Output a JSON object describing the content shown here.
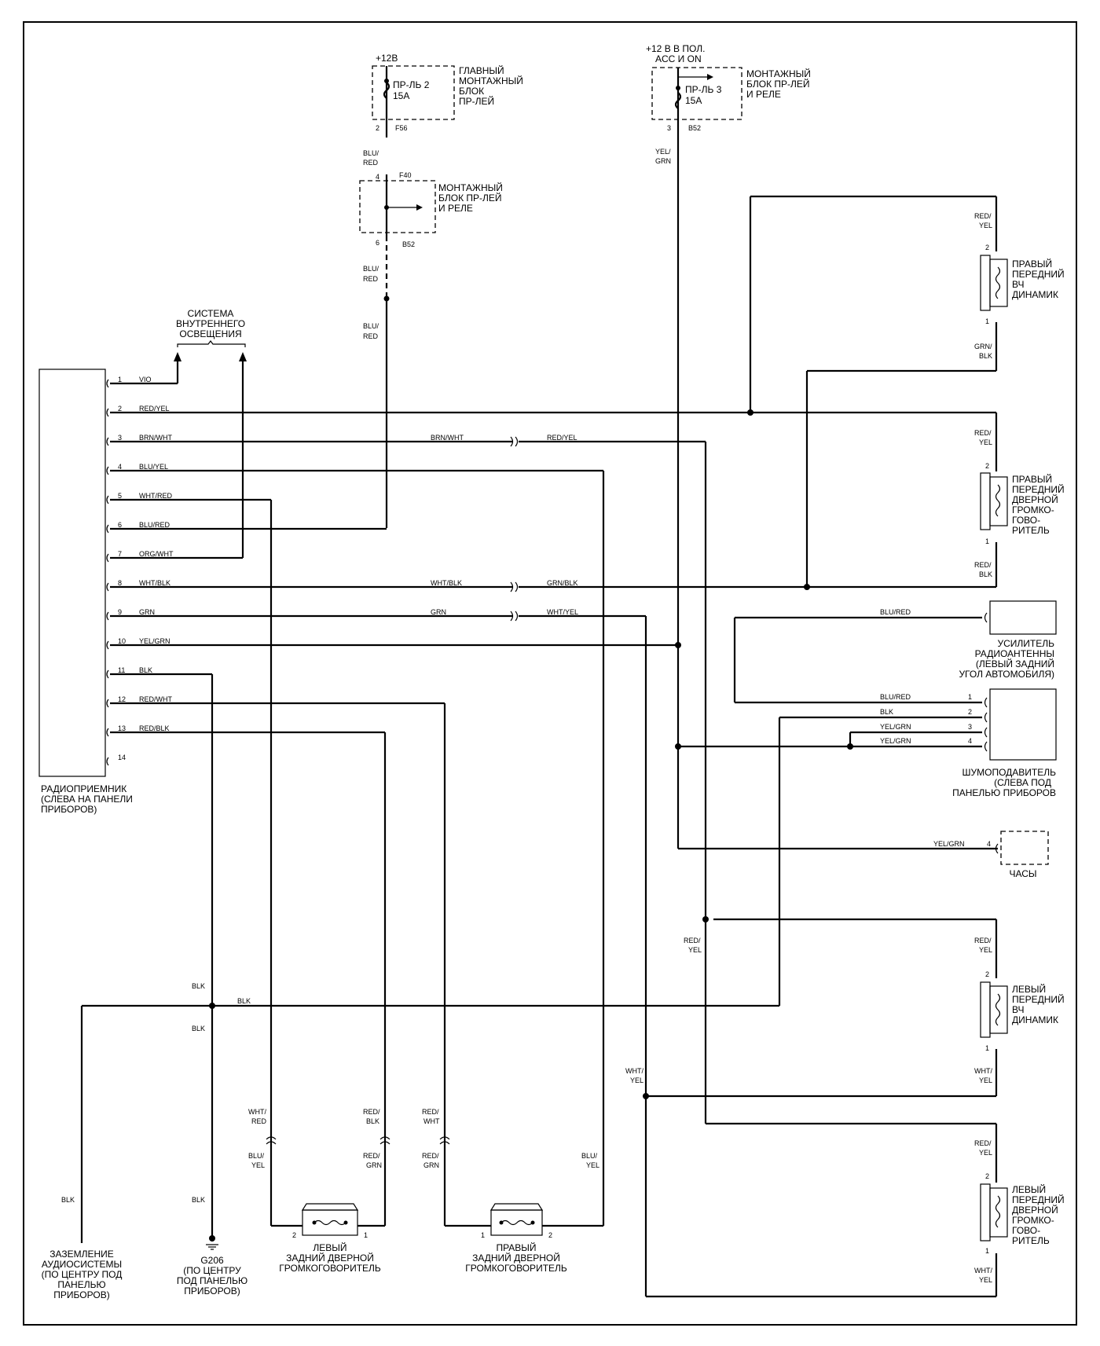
{
  "power": {
    "b12": "+12В",
    "b12_acc_1": "+12 В В ПОЛ.",
    "b12_acc_2": "ACC И ON"
  },
  "fuses": {
    "f2_1": "ПР-ЛЬ 2",
    "f2_2": "15А",
    "f3_1": "ПР-ЛЬ 3",
    "f3_2": "15А"
  },
  "blocks": {
    "main_1": "ГЛАВНЫЙ",
    "main_2": "МОНТАЖНЫЙ",
    "main_3": "БЛОК",
    "main_4": "ПР-ЛЕЙ",
    "mb1_1": "МОНТАЖНЫЙ",
    "mb1_2": "БЛОК ПР-ЛЕЙ",
    "mb1_3": "И РЕЛЕ",
    "mb2_1": "МОНТАЖНЫЙ",
    "mb2_2": "БЛОК ПР-ЛЕЙ",
    "mb2_3": "И РЕЛЕ"
  },
  "connectors": {
    "f56": "F56",
    "f40": "F40",
    "b52a": "B52",
    "b52b": "B52",
    "p2": "2",
    "p4": "4",
    "p6": "6",
    "p3": "3"
  },
  "lighting": {
    "l1": "СИСТЕМА",
    "l2": "ВНУТРЕННЕГО",
    "l3": "ОСВЕЩЕНИЯ"
  },
  "radio": {
    "l1": "РАДИОПРИЕМНИК",
    "l2": "(СЛЕВА НА ПАНЕЛИ",
    "l3": "ПРИБОРОВ)",
    "pins": [
      {
        "n": "1",
        "wire": "VIO"
      },
      {
        "n": "2",
        "wire": "RED/YEL"
      },
      {
        "n": "3",
        "wire": "BRN/WHT"
      },
      {
        "n": "4",
        "wire": "BLU/YEL"
      },
      {
        "n": "5",
        "wire": "WHT/RED"
      },
      {
        "n": "6",
        "wire": "BLU/RED"
      },
      {
        "n": "7",
        "wire": "ORG/WHT"
      },
      {
        "n": "8",
        "wire": "WHT/BLK"
      },
      {
        "n": "9",
        "wire": "GRN"
      },
      {
        "n": "10",
        "wire": "YEL/GRN"
      },
      {
        "n": "11",
        "wire": "BLK"
      },
      {
        "n": "12",
        "wire": "RED/WHT"
      },
      {
        "n": "13",
        "wire": "RED/BLK"
      },
      {
        "n": "14",
        "wire": ""
      }
    ]
  },
  "wires": {
    "blu": "BLU/",
    "red": "RED",
    "yel_s": "YEL/",
    "grn": "GRN",
    "brnwht": "BRN/WHT",
    "redyel": "RED/YEL",
    "whtblk": "WHT/BLK",
    "grnblk": "GRN/BLK",
    "grn2": "GRN",
    "whtyel": "WHT/YEL",
    "blured": "BLU/RED",
    "blk": "BLK",
    "yelgrn": "YEL/GRN",
    "red_s": "RED/",
    "yel": "YEL",
    "grn_s": "GRN/",
    "blk2": "BLK",
    "wht_s": "WHT/",
    "red2": "RED",
    "blk3": "BLK",
    "wht2": "WHT",
    "grn3": "GRN",
    "yel2": "YEL",
    "blu_s": "BLU/"
  },
  "speakers": {
    "rf_tw": [
      "ПРАВЫЙ",
      "ПЕРЕДНИЙ",
      "ВЧ",
      "ДИНАМИК"
    ],
    "rf_door": [
      "ПРАВЫЙ",
      "ПЕРЕДНИЙ",
      "ДВЕРНОЙ",
      "ГРОМКО-",
      "ГОВО-",
      "РИТЕЛЬ"
    ],
    "lf_tw": [
      "ЛЕВЫЙ",
      "ПЕРЕДНИЙ",
      "ВЧ",
      "ДИНАМИК"
    ],
    "lf_door": [
      "ЛЕВЫЙ",
      "ПЕРЕДНИЙ",
      "ДВЕРНОЙ",
      "ГРОМКО-",
      "ГОВО-",
      "РИТЕЛЬ"
    ],
    "lr": [
      "ЛЕВЫЙ",
      "ЗАДНИЙ ДВЕРНОЙ",
      "ГРОМКОГОВОРИТЕЛЬ"
    ],
    "rr": [
      "ПРАВЫЙ",
      "ЗАДНИЙ ДВЕРНОЙ",
      "ГРОМКОГОВОРИТЕЛЬ"
    ]
  },
  "antenna": [
    "УСИЛИТЕЛЬ",
    "РАДИОАНТЕННЫ",
    "(ЛЕВЫЙ ЗАДНИЙ",
    "УГОЛ АВТОМОБИЛЯ)"
  ],
  "noise": [
    "ШУМОПОДАВИТЕЛЬ",
    "(СЛЕВА ПОД",
    "ПАНЕЛЬЮ ПРИБОРОВ"
  ],
  "clock": "ЧАСЫ",
  "ground_audio": [
    "ЗАЗЕМЛЕНИЕ",
    "АУДИОСИСТЕМЫ",
    "(ПО ЦЕНТРУ ПОД",
    "ПАНЕЛЬЮ",
    "ПРИБОРОВ)"
  ],
  "ground_g206": [
    "G206",
    "(ПО ЦЕНТРУ",
    "ПОД ПАНЕЛЬЮ",
    "ПРИБОРОВ)"
  ],
  "pins_misc": {
    "one": "1",
    "two": "2",
    "three": "3",
    "four": "4"
  }
}
